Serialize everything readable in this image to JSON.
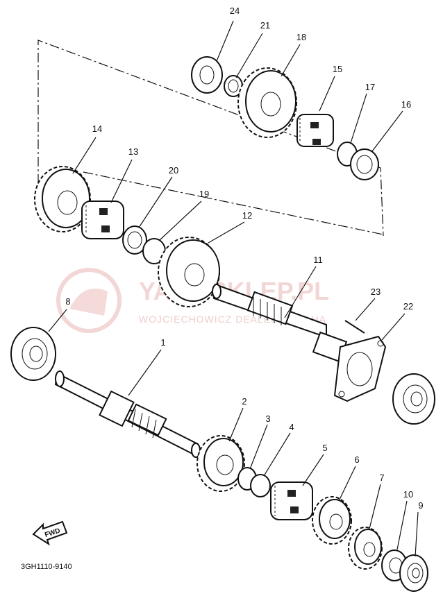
{
  "diagram": {
    "callouts": [
      {
        "id": "p24",
        "text": "24"
      },
      {
        "id": "p21",
        "text": "21"
      },
      {
        "id": "p18",
        "text": "18"
      },
      {
        "id": "p15",
        "text": "15"
      },
      {
        "id": "p17",
        "text": "17"
      },
      {
        "id": "p16",
        "text": "16"
      },
      {
        "id": "p14",
        "text": "14"
      },
      {
        "id": "p13",
        "text": "13"
      },
      {
        "id": "p20",
        "text": "20"
      },
      {
        "id": "p19",
        "text": "19"
      },
      {
        "id": "p12",
        "text": "12"
      },
      {
        "id": "p11",
        "text": "11"
      },
      {
        "id": "p23",
        "text": "23"
      },
      {
        "id": "p22",
        "text": "22"
      },
      {
        "id": "p8",
        "text": "8"
      },
      {
        "id": "p1",
        "text": "1"
      },
      {
        "id": "p2",
        "text": "2"
      },
      {
        "id": "p3",
        "text": "3"
      },
      {
        "id": "p4",
        "text": "4"
      },
      {
        "id": "p5",
        "text": "5"
      },
      {
        "id": "p6",
        "text": "6"
      },
      {
        "id": "p7",
        "text": "7"
      },
      {
        "id": "p10",
        "text": "10"
      },
      {
        "id": "p9",
        "text": "9"
      }
    ],
    "fwd_label": "FWD",
    "drawing_code": "3GH1110-9140"
  },
  "watermark": {
    "brand": "YAMASKLEP.PL",
    "tagline": "WOJCIECHOWICZ DEALER YAMAHA"
  }
}
